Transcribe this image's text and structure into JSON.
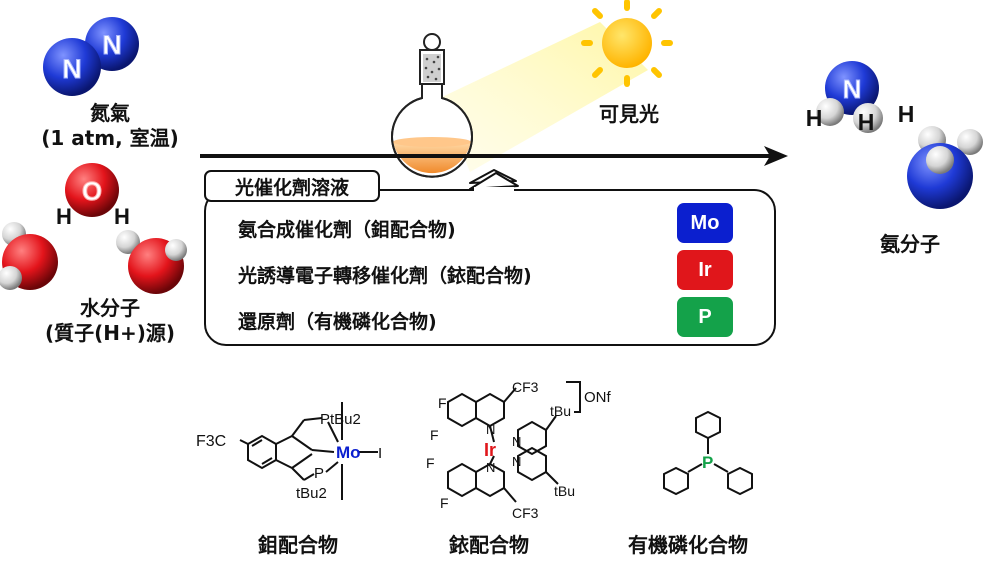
{
  "labels": {
    "nitrogen_name": "氮氣",
    "nitrogen_condition": "(1 atm, 室温)",
    "water_name": "水分子",
    "water_role": "(質子(H+)源)",
    "light": "可見光",
    "ammonia": "氨分子"
  },
  "atoms": {
    "n": "N",
    "o": "O",
    "h": "H",
    "mo": "Mo",
    "ir": "Ir",
    "p": "P"
  },
  "solution": {
    "title": "光催化劑溶液",
    "components": [
      {
        "label": "氨合成催化劑（鉬配合物)",
        "badge": "Mo",
        "color": "#0b1fcf"
      },
      {
        "label": "光誘導電子轉移催化劑（銥配合物)",
        "badge": "Ir",
        "color": "#e0161b"
      },
      {
        "label": "還原劑（有機磷化合物)",
        "badge": "P",
        "color": "#14a24a"
      }
    ]
  },
  "structures": {
    "mo_complex": {
      "name": "鉬配合物",
      "sub_cf3": "F3C",
      "p_top": "PtBu2",
      "p_bottom": "tBu2",
      "p_bottom_atom": "P",
      "iodide": "I"
    },
    "ir_complex": {
      "name": "銥配合物",
      "cf3": "CF3",
      "counterion": "ONf",
      "tbu": "tBu",
      "fluoro": "F",
      "nitrogen": "N"
    },
    "p_compound": {
      "name": "有機磷化合物"
    }
  },
  "colors": {
    "nitrogen_blue": "#1f3ad6",
    "oxygen_red": "#e3141b",
    "mo_blue": "#0b1fcf",
    "ir_red": "#e0161b",
    "p_green": "#14a24a",
    "sun_yellow": "#ffc400",
    "flask_orange": "#f6a24a"
  }
}
